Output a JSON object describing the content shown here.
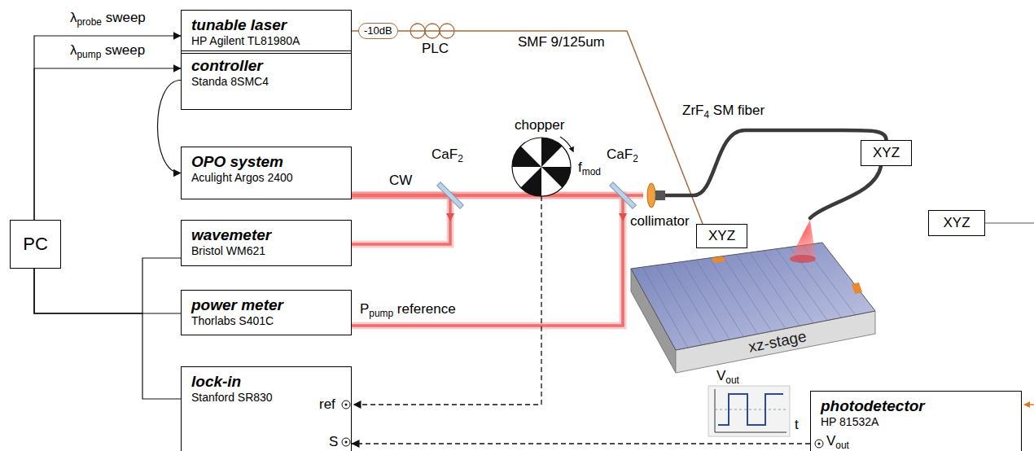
{
  "diagram": {
    "nodes": [
      {
        "text": [
          "PC"
        ]
      },
      {
        "text": [
          "tunable laser",
          "HP Agilent TL81980A"
        ]
      },
      {
        "text": [
          "controller",
          "Standa 8SMC4"
        ]
      },
      {
        "text": [
          "OPO system",
          "Aculight Argos 2400"
        ]
      },
      {
        "text": [
          "wavemeter",
          "Bristol WM621"
        ]
      },
      {
        "text": [
          "power meter",
          "Thorlabs S401C"
        ]
      },
      {
        "text": [
          "lock-in",
          "Stanford SR830"
        ]
      },
      {
        "text": [
          "XYZ"
        ]
      },
      {
        "text": [
          "XYZ"
        ]
      },
      {
        "text": [
          "XYZ"
        ]
      },
      {
        "text": [
          "xz-stage"
        ]
      },
      {
        "text": [
          "photodetector",
          "HP 81532A"
        ]
      }
    ],
    "edges": [
      {
        "from": 0,
        "to": 1,
        "arrow": "to"
      },
      {
        "from": 0,
        "to": 2,
        "arrow": "to"
      },
      {
        "from": 2,
        "to": 3,
        "arrow": "to"
      },
      {
        "from": 0,
        "to": 4,
        "arrow": "none"
      },
      {
        "from": 0,
        "to": 5,
        "arrow": "none"
      },
      {
        "from": 0,
        "to": 6,
        "arrow": "none"
      },
      {
        "from": 1,
        "to": 7,
        "arrow": "none"
      },
      {
        "from": 3,
        "to": 8,
        "arrow": "none"
      },
      {
        "from": 3,
        "to": 4,
        "arrow": "none"
      },
      {
        "from": 3,
        "to": 5,
        "arrow": "none"
      },
      {
        "from": 11,
        "to": 6,
        "arrow": "to"
      }
    ],
    "labels": [
      "λ",
      "probe",
      "sweep",
      "λ",
      "pump",
      "sweep",
      "-10dB",
      "PLC",
      "SMF 9/125um",
      "ZrF",
      "4",
      "SM fiber",
      "chopper",
      "f",
      "mod",
      "CaF",
      "2",
      "CaF",
      "2",
      "CW",
      "collimator",
      "P",
      "pump",
      "reference",
      "V",
      "out",
      "t",
      "ref",
      "S",
      "V",
      "out"
    ]
  }
}
